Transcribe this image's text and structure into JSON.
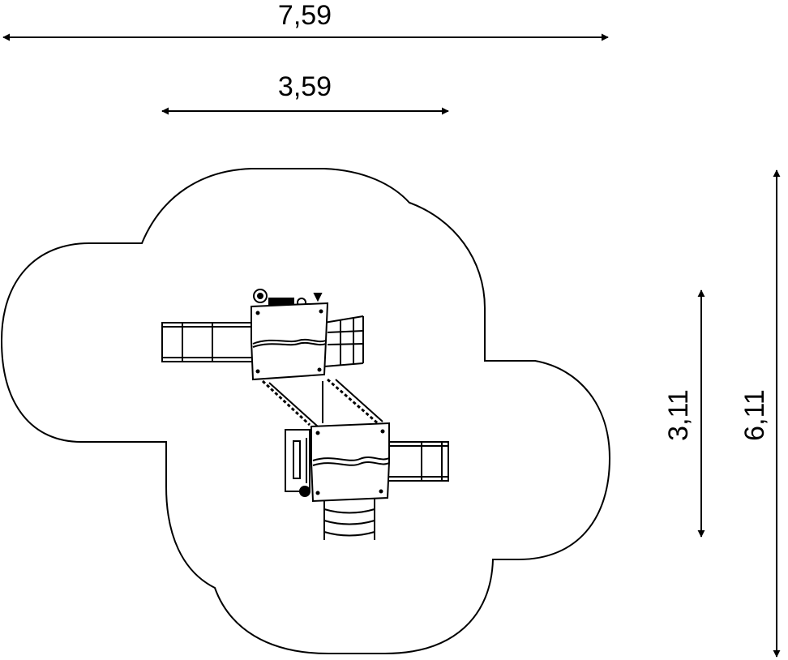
{
  "dimensions": {
    "overall_width": "7,59",
    "structure_width": "3,59",
    "structure_depth": "3,11",
    "overall_depth": "6,11"
  },
  "colors": {
    "line": "#000000",
    "background": "#ffffff"
  }
}
